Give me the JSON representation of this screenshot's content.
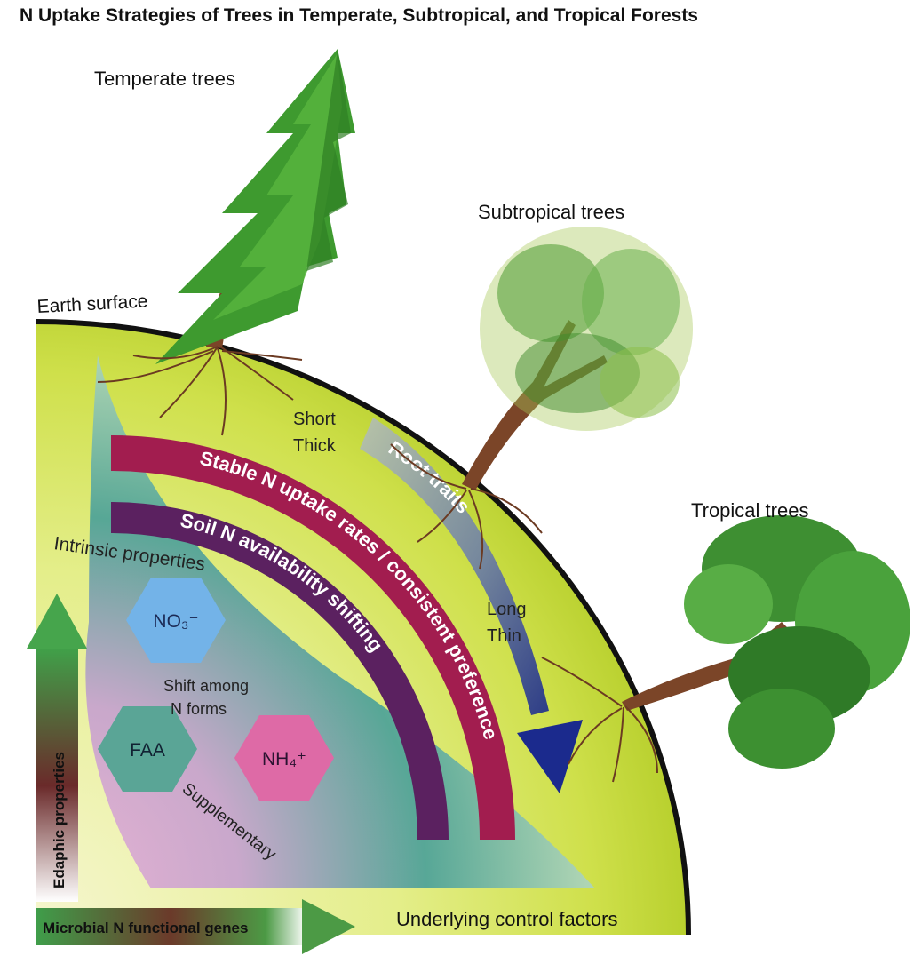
{
  "title": "N Uptake Strategies of Trees in Temperate, Subtropical, and Tropical Forests",
  "labels": {
    "temperate": "Temperate trees",
    "subtropical": "Subtropical trees",
    "tropical": "Tropical trees",
    "earth_surface": "Earth surface",
    "short": "Short",
    "thick": "Thick",
    "long": "Long",
    "thin": "Thin",
    "root_traits": "Root traits",
    "stable_uptake": "Stable N uptake rates / consistent preference",
    "soil_availability": "Soil N availability shifting",
    "intrinsic": "Intrinsic properties",
    "shift_line1": "Shift among",
    "shift_line2": "N forms",
    "supplementary": "Supplementary",
    "edaphic": "Edaphic properties",
    "microbial": "Microbial N functional genes",
    "underlying": "Underlying control factors"
  },
  "n_forms": {
    "no3": "NO₃⁻",
    "faa": "FAA",
    "nh4": "NH₄⁺"
  },
  "colors": {
    "soil_light": "#e8f07a",
    "soil_mid": "#c3d93a",
    "stable_band": "#a21d4f",
    "soil_band": "#5b2160",
    "root_arrow_top": "#9fb0a8",
    "root_arrow_bottom": "#1e2a8c",
    "no3_hex": "#73b3e8",
    "faa_hex": "#5aa596",
    "nh4_hex": "#de6aa6",
    "conifer": "#3e9a2f",
    "trunk": "#7b4528"
  },
  "icons": [
    "conifer-tree-icon",
    "broadleaf-tree-icon",
    "tropical-tree-icon",
    "root-system-icon"
  ]
}
